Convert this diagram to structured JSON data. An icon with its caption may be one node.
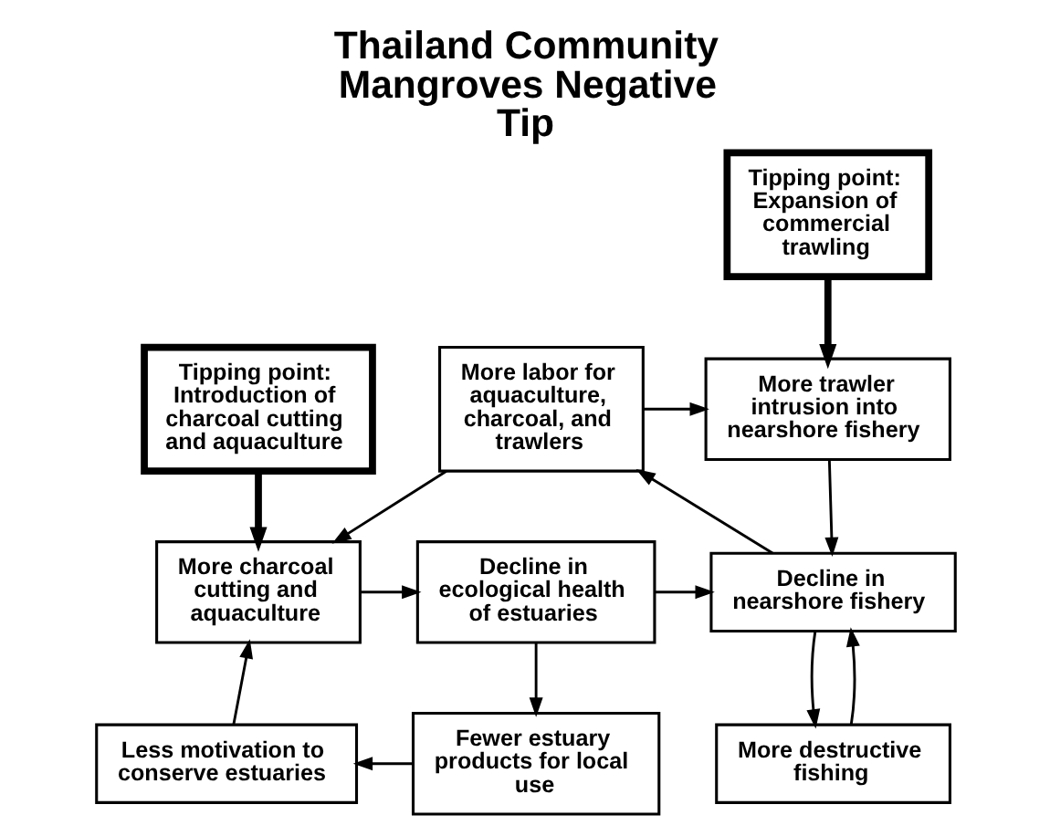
{
  "diagram": {
    "title": "Thailand Community Mangroves Negative Tip",
    "nodes": [
      {
        "text": [
          "Tipping point: Expansion of commercial trawling"
        ]
      },
      {
        "text": [
          "Tipping point: Introduction of charcoal cutting and aquaculture"
        ]
      },
      {
        "text": [
          "More labor for aquaculture, charcoal, and trawlers"
        ]
      },
      {
        "text": [
          "More trawler intrusion into nearshore fishery"
        ]
      },
      {
        "text": [
          "More charcoal cutting and aquaculture"
        ]
      },
      {
        "text": [
          "Decline in ecological health of estuaries"
        ]
      },
      {
        "text": [
          "Decline in nearshore fishery"
        ]
      },
      {
        "text": [
          "Less motivation to conserve estuaries"
        ]
      },
      {
        "text": [
          "Fewer estuary products for local use"
        ]
      },
      {
        "text": [
          "More destructive fishing"
        ]
      }
    ],
    "edges": [
      {
        "from": 1,
        "to": 4,
        "arrow": "to",
        "style": "thick"
      },
      {
        "from": 0,
        "to": 3,
        "arrow": "to",
        "style": "thick"
      },
      {
        "from": 2,
        "to": 4,
        "arrow": "to"
      },
      {
        "from": 2,
        "to": 3,
        "arrow": "to"
      },
      {
        "from": 6,
        "to": 2,
        "arrow": "to"
      },
      {
        "from": 3,
        "to": 6,
        "arrow": "to"
      },
      {
        "from": 4,
        "to": 5,
        "arrow": "to"
      },
      {
        "from": 5,
        "to": 6,
        "arrow": "to"
      },
      {
        "from": 5,
        "to": 8,
        "arrow": "to"
      },
      {
        "from": 8,
        "to": 7,
        "arrow": "to"
      },
      {
        "from": 7,
        "to": 4,
        "arrow": "to"
      },
      {
        "from": 9,
        "to": 6,
        "arrow": "to"
      },
      {
        "from": 6,
        "to": 9,
        "arrow": "to"
      }
    ]
  }
}
